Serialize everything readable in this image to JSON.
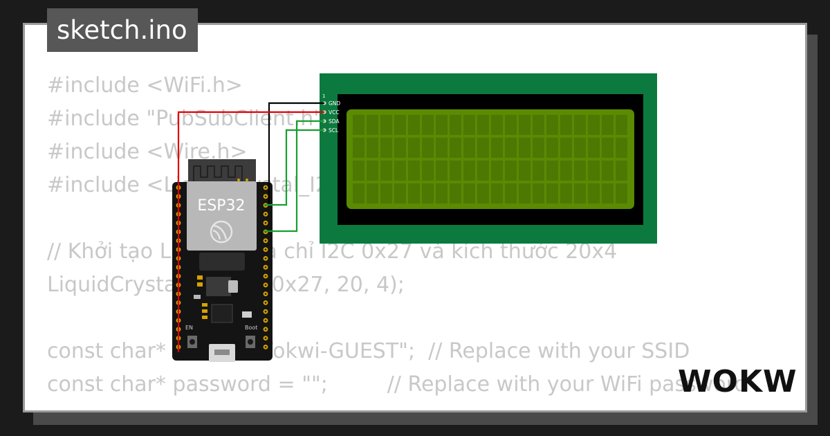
{
  "tab": {
    "filename": "sketch.ino"
  },
  "code_lines": [
    "#include <WiFi.h>",
    "#include \"PubSubClient.h\"",
    "#include <Wire.h>",
    "#include <LiquidCrystal_I2C.h>",
    "",
    "// Khởi tạo LCD với địa chỉ I2C 0x27 và kích thước 20x4",
    "LiquidCrystal_I2C lcd(0x27, 20, 4);",
    "",
    "const char* ssid = \"Wokwi-GUEST\";  // Replace with your SSID",
    "const char* password = \"\";         // Replace with your WiFi password"
  ],
  "board": {
    "label": "ESP32",
    "en_label": "EN",
    "boot_label": "Boot"
  },
  "lcd_pins": {
    "number": "1",
    "gnd": "GND",
    "vcc": "VCC",
    "sda": "SDA",
    "scl": "SCL"
  },
  "brand": {
    "name": "WOKWi"
  },
  "colors": {
    "lcd_pcb": "#0c7a3e",
    "lcd_screen": "#5b8a03",
    "wire_gnd": "#000000",
    "wire_vcc": "#e00000",
    "wire_data": "#179e2b",
    "card_bg": "#ffffff",
    "code_text": "#c8c8c8"
  }
}
